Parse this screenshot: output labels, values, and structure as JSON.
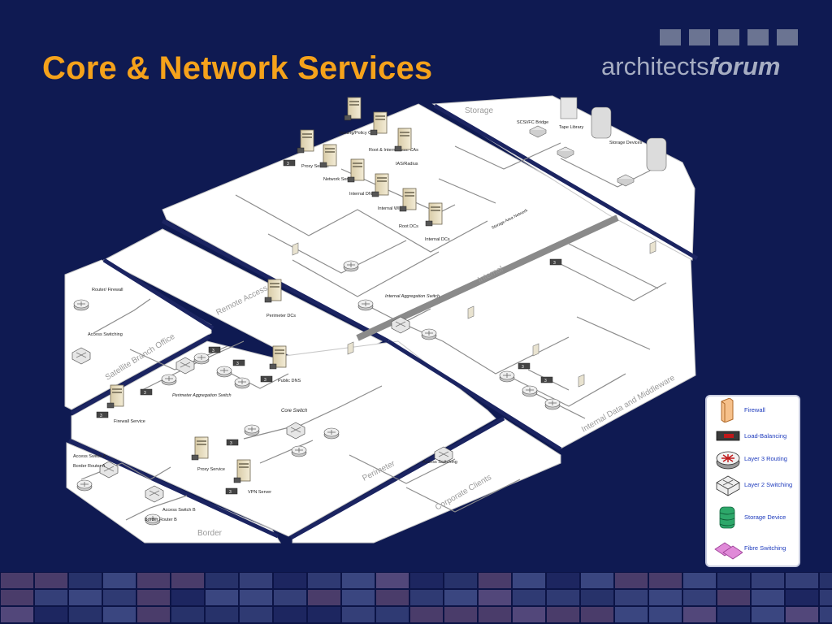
{
  "slide": {
    "title": "Core & Network Services",
    "logo": {
      "text_plain": "architects",
      "text_bold": "forum",
      "squares": 5
    }
  },
  "zones": {
    "storage": "Storage",
    "remote_access": "Remote Access",
    "internal": "Internal",
    "satellite_branch_office": "Satellite Branch Office",
    "perimeter": "Perimeter",
    "corporate_clients": "Corporate Clients",
    "border": "Border",
    "internal_data_middleware": "Internal Data and Middleware"
  },
  "devices": {
    "issuing_policy_cas": "Issuing/Policy CAs",
    "root_intermediate_cas": "Root & Intermediate CAs",
    "ias_radius": "IAS/Radius",
    "proxy_service_top": "Proxy Service",
    "network_services": "Network Services",
    "internal_dns": "Internal DNS",
    "internal_wins": "Internal WINS",
    "root_dcs": "Root DCs",
    "internal_dcs": "Internal DCs",
    "scsi_fc_bridge": "SCSI/FC Bridge",
    "tape_library": "Tape Library",
    "storage_devices": "Storage Devices",
    "storage_area_network": "Storage Area Network",
    "router_firewall": "Router/ Firewall",
    "access_switching": "Access Switching",
    "perimeter_dcs": "Perimeter DCs",
    "internal_aggregation_switch": "Internal Aggregation Switch",
    "public_dns": "Public DNS",
    "perimeter_aggregation_switch": "Perimeter Aggregation Switch",
    "firewall_service": "Firewall Service",
    "core_switch": "Core Switch",
    "access_switching_center": "Access Switching",
    "proxy_service_bottom": "Proxy Service",
    "vpn_server": "VPN Server",
    "access_switch_a": "Access Switch A",
    "border_router_a": "Border Router A",
    "access_switch_b": "Access Switch B",
    "border_router_b": "Border Router B"
  },
  "legend": {
    "items": [
      {
        "icon": "firewall-icon",
        "label": "Firewall"
      },
      {
        "icon": "load-balancer-icon",
        "label": "Load-Balancing"
      },
      {
        "icon": "router-icon",
        "label": "Layer 3 Routing"
      },
      {
        "icon": "switch-icon",
        "label": "Layer 2 Switching"
      },
      {
        "icon": "storage-device-icon",
        "label": "Storage Device"
      },
      {
        "icon": "fibre-switch-icon",
        "label": "Fibre Switching"
      }
    ]
  },
  "colors": {
    "background": "#0f1a52",
    "title": "#f5a21b",
    "legend_text": "#1e3bbd",
    "platform": "#ffffff",
    "logo": "#a6adc2"
  }
}
